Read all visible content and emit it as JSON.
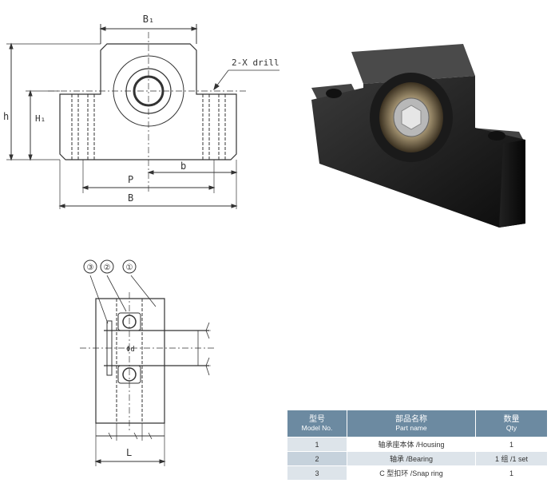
{
  "top_drawing": {
    "label_b1": "B₁",
    "label_drill": "2-X  drill",
    "label_h": "h",
    "label_h1": "H₁",
    "label_p": "P",
    "label_b": "b",
    "label_B": "B"
  },
  "side_drawing": {
    "callout_3": "③",
    "callout_2": "②",
    "callout_1": "①",
    "label_d": "Φd",
    "label_L": "L"
  },
  "parts_table": {
    "headers": [
      {
        "zh": "型号",
        "en": "Model No."
      },
      {
        "zh": "部品名称",
        "en": "Part name"
      },
      {
        "zh": "数量",
        "en": "Qty"
      }
    ],
    "rows": [
      {
        "no": "1",
        "name": "轴承座本体 /Housing",
        "qty": "1"
      },
      {
        "no": "2",
        "name": "轴承 /Bearing",
        "qty": "1 组 /1 set"
      },
      {
        "no": "3",
        "name": "C 型扣环 /Snap ring",
        "qty": "1"
      }
    ]
  },
  "colors": {
    "header_bg": "#6c8aa1",
    "row_alt_bg": "#dde4ea",
    "line": "#333333"
  }
}
